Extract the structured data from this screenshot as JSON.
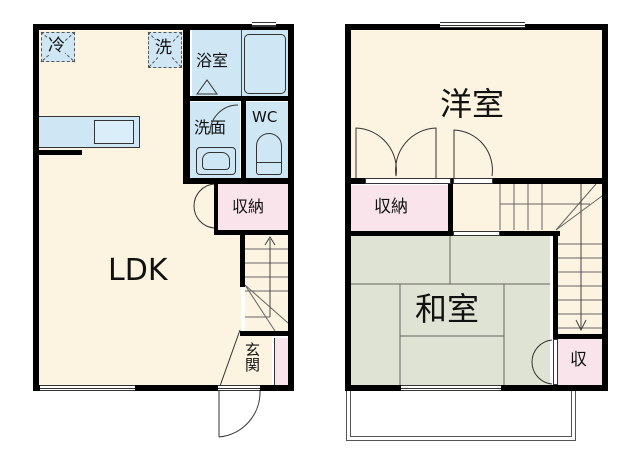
{
  "floorplan": {
    "floor1": {
      "rooms": {
        "ldk": "LDK",
        "bath": "浴室",
        "washroom": "洗面",
        "toilet": "WC",
        "storage": "収納",
        "entrance": "玄関"
      },
      "fixtures": {
        "fridge": "冷",
        "washer": "洗"
      }
    },
    "floor2": {
      "rooms": {
        "western_room": "洋室",
        "japanese_room": "和室",
        "storage": "収納",
        "small_storage": "収"
      }
    },
    "colors": {
      "floor": "#fdf3e1",
      "wet_area": "#cfe7f5",
      "storage": "#f8e4ea",
      "tatami": "#dfe3d3",
      "wall": "#000000"
    }
  }
}
